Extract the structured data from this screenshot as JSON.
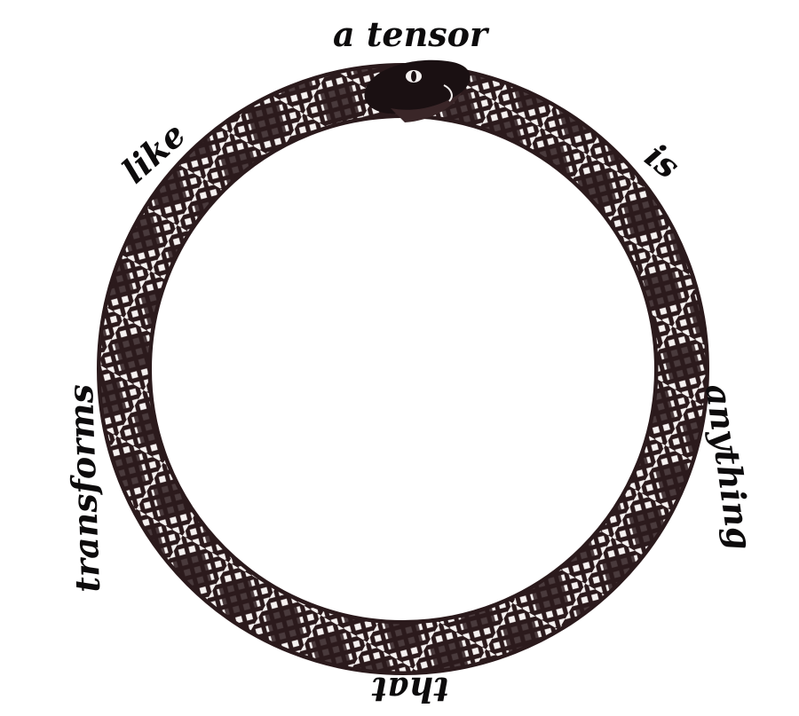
{
  "words": {
    "top": "a tensor",
    "right_upper": "is",
    "right": "anything",
    "bottom": "that",
    "left": "transforms",
    "left_upper": "like"
  },
  "colors": {
    "snake_body": "#2b1a1c",
    "snake_scale_light": "#f4f0ef",
    "text": "#0d0b0c",
    "background": "#ffffff"
  },
  "icons": {
    "emblem": "ouroboros-snake"
  }
}
